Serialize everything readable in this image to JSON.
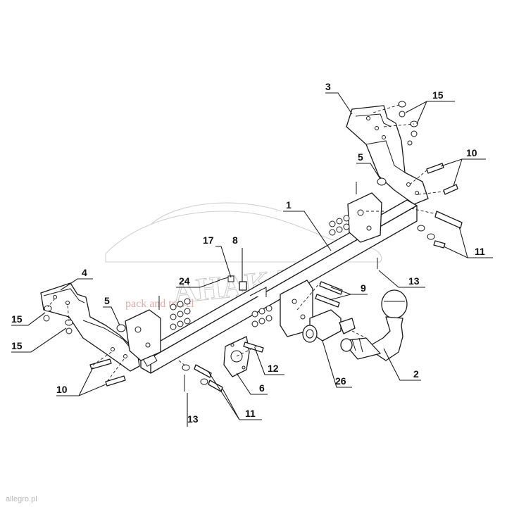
{
  "diagram": {
    "callouts": [
      {
        "id": "callout-1",
        "label": "1"
      },
      {
        "id": "callout-2",
        "label": "2"
      },
      {
        "id": "callout-3",
        "label": "3"
      },
      {
        "id": "callout-4",
        "label": "4"
      },
      {
        "id": "callout-5-right",
        "label": "5"
      },
      {
        "id": "callout-5-left",
        "label": "5"
      },
      {
        "id": "callout-6",
        "label": "6"
      },
      {
        "id": "callout-8",
        "label": "8"
      },
      {
        "id": "callout-9",
        "label": "9"
      },
      {
        "id": "callout-10-right",
        "label": "10"
      },
      {
        "id": "callout-10-left",
        "label": "10"
      },
      {
        "id": "callout-11-right",
        "label": "11"
      },
      {
        "id": "callout-11-bottom",
        "label": "11"
      },
      {
        "id": "callout-12",
        "label": "12"
      },
      {
        "id": "callout-13-right",
        "label": "13"
      },
      {
        "id": "callout-13-bottom",
        "label": "13"
      },
      {
        "id": "callout-15-top",
        "label": "15"
      },
      {
        "id": "callout-15-left-a",
        "label": "15"
      },
      {
        "id": "callout-15-left-b",
        "label": "15"
      },
      {
        "id": "callout-17",
        "label": "17"
      },
      {
        "id": "callout-24",
        "label": "24"
      },
      {
        "id": "callout-26",
        "label": "26"
      }
    ]
  },
  "watermark": {
    "brand": "AHAKA",
    "tagline": "pack and travel"
  },
  "corner_label": "allegro.pl",
  "colors": {
    "line": "#1a1a1a",
    "watermark_gray": "#c8c8c8",
    "watermark_red": "#e6a8a8"
  }
}
